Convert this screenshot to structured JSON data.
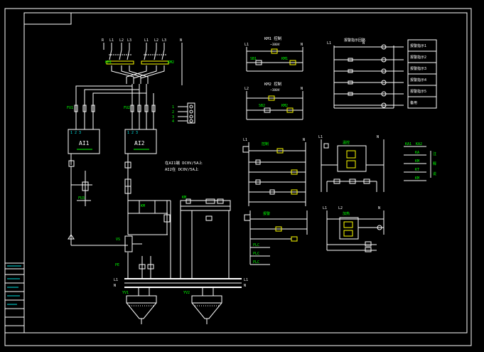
{
  "ai_blocks": {
    "ai1_label": "AI1",
    "ai2_label": "AI2"
  },
  "ai_notes": {
    "line1": "在AI1端 DC0V/5A上",
    "line2": "AI2在 DC0V/5A上"
  },
  "panels": {
    "km1_title": "KM1 控制",
    "km2_title": "KM2 控制",
    "ac_note": "~380V",
    "alarm_title": "报警指示回路"
  },
  "alarm_legend": [
    "报警指示1",
    "报警指示2",
    "报警指示3",
    "报警指示4",
    "报警指示5",
    "备用"
  ],
  "colors": {
    "background": "#000000",
    "frame": "#ffffff",
    "conductor": "#ffff00",
    "wiring": "#00e0e0",
    "labels": "#00ff00"
  }
}
